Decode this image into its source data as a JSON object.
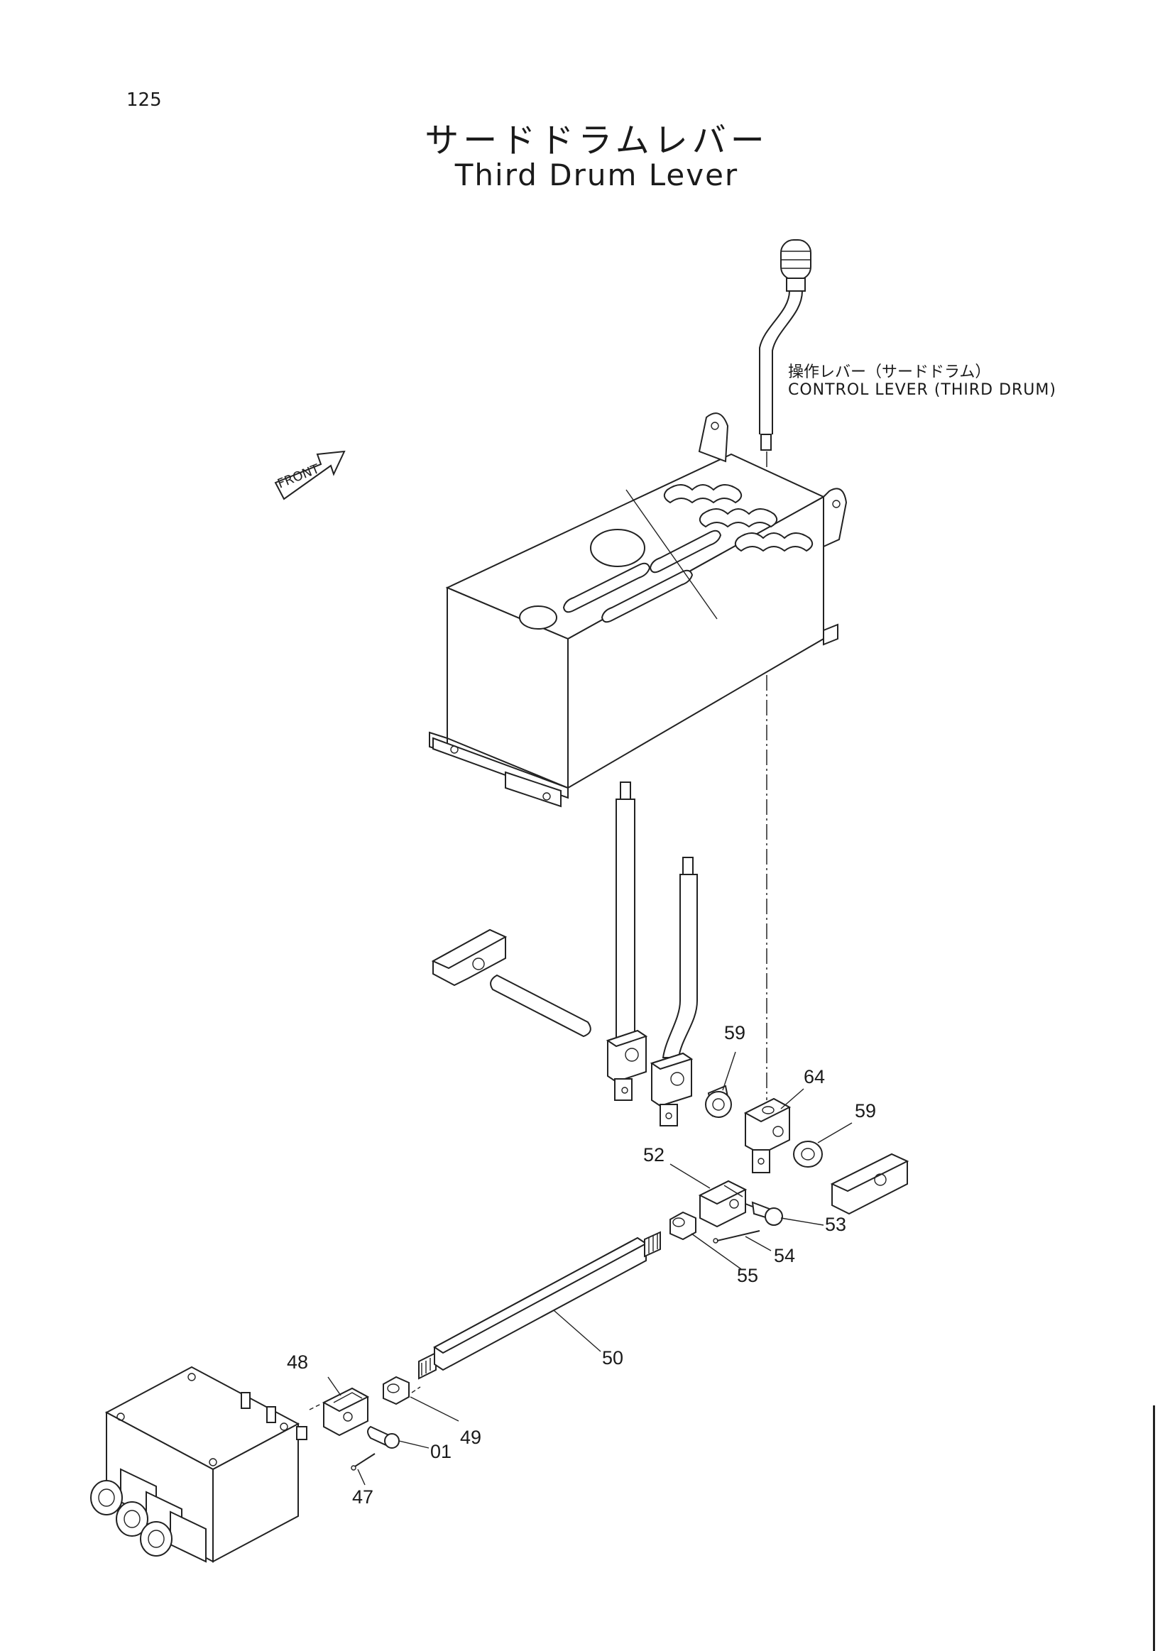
{
  "page_number": "125",
  "title": {
    "japanese": "サードドラムレバー",
    "english": "Third Drum Lever"
  },
  "front_marker": "FRONT",
  "control_lever_label": {
    "japanese": "操作レバー（サードドラム）",
    "english": "CONTROL LEVER (THIRD DRUM)"
  },
  "callouts": {
    "c59a": "59",
    "c64": "64",
    "c59b": "59",
    "c52": "52",
    "c53": "53",
    "c54": "54",
    "c55": "55",
    "c50": "50",
    "c48": "48",
    "c49": "49",
    "c01": "01",
    "c47": "47"
  }
}
